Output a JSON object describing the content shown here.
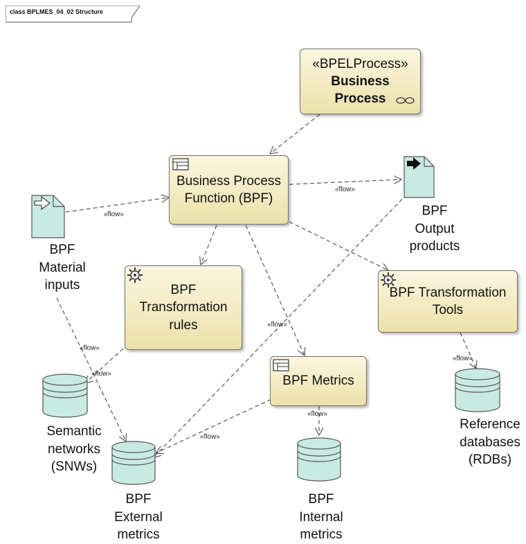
{
  "frame": {
    "title": "class BPLMES_04_02 Structure"
  },
  "nodes": {
    "business_process": {
      "stereotype": "«BPELProcess»",
      "line1": "Business",
      "line2": "Process"
    },
    "bpf": {
      "line1": "Business Process",
      "line2": "Function (BPF)"
    },
    "output": {
      "line1": "BPF",
      "line2": "Output",
      "line3": "products"
    },
    "material": {
      "line1": "BPF",
      "line2": "Material",
      "line3": "inputs"
    },
    "rules": {
      "line1": "BPF",
      "line2": "Transformation",
      "line3": "rules"
    },
    "tools": {
      "line1": "BPF Transformation",
      "line2": "Tools"
    },
    "metrics": {
      "line1": "BPF Metrics"
    },
    "semantic": {
      "line1": "Semantic",
      "line2": "networks",
      "line3": "(SNWs)"
    },
    "external": {
      "line1": "BPF",
      "line2": "External",
      "line3": "metrics"
    },
    "internal": {
      "line1": "BPF",
      "line2": "Internal",
      "line3": "metrics"
    },
    "reference": {
      "line1": "Reference",
      "line2": "databases",
      "line3": "(RDBs)"
    }
  },
  "flow_labels": {
    "bpf_to_output": "«flow»",
    "material_to_bpf": "«flow»",
    "material_to_external": "«flow»",
    "rules_to_semantic": "«flow»",
    "output_to_external": "«flow»",
    "metrics_to_external": "«flow»",
    "metrics_to_internal": "«flow»",
    "tools_to_reference": "«flow»"
  },
  "colors": {
    "box_fill_top": "#fbf6e0",
    "box_fill_bottom": "#ece1a8",
    "artifact_fill": "#c9e9e3",
    "edge": "#555555"
  }
}
